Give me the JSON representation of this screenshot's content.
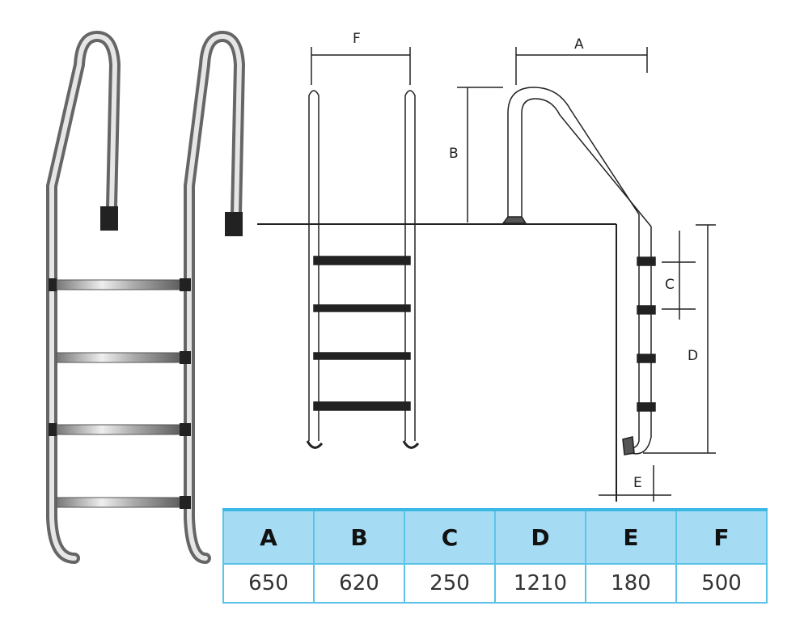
{
  "diagram": {
    "labels": {
      "A": "A",
      "B": "B",
      "C": "C",
      "D": "D",
      "E": "E",
      "F": "F"
    }
  },
  "table": {
    "headers": [
      "A",
      "B",
      "C",
      "D",
      "E",
      "F"
    ],
    "values": [
      "650",
      "620",
      "250",
      "1210",
      "180",
      "500"
    ]
  }
}
